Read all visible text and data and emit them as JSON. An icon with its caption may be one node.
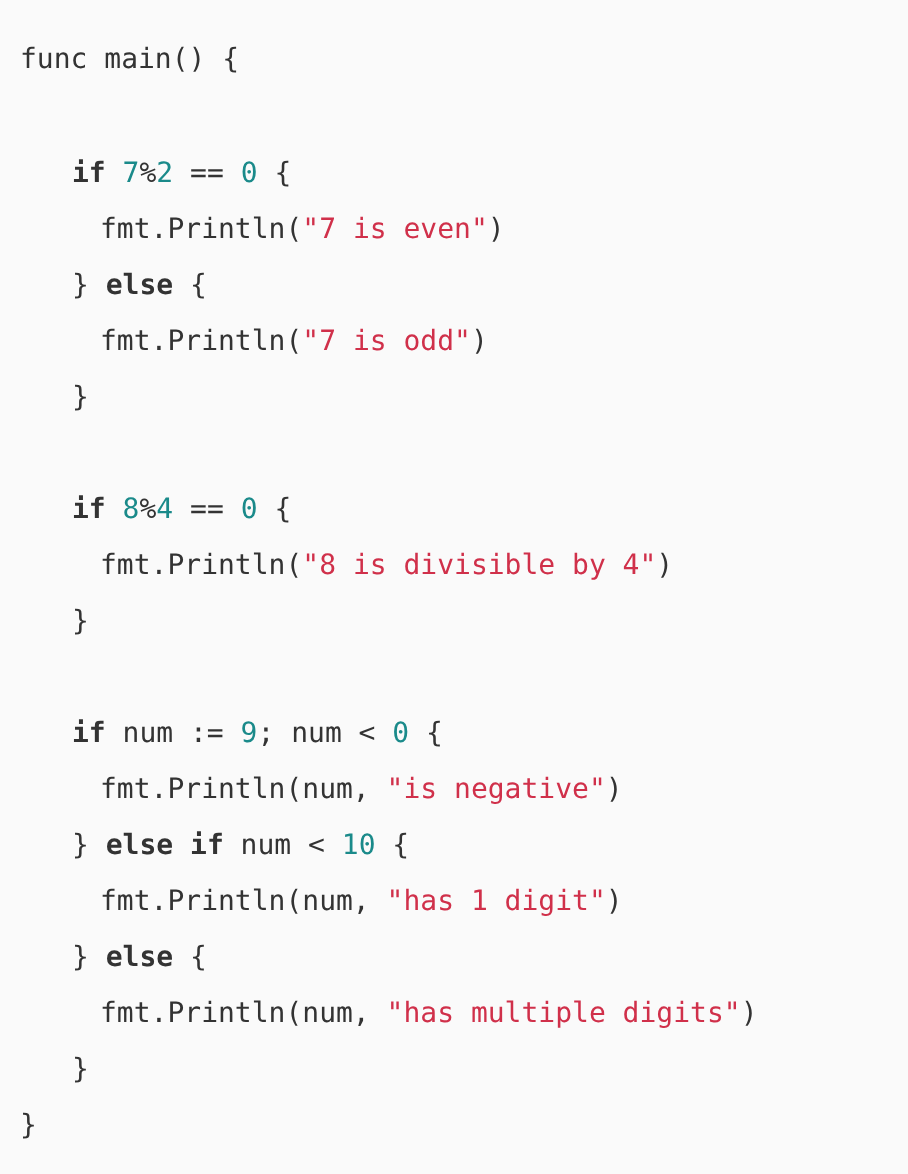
{
  "diagram": {
    "labels": [
      "func main() {",
      "**if** 7%2 == 0 {",
      "fmt.Println(\"7 is even\")",
      "} **else** {",
      "fmt.Println(\"7 is odd\")",
      "}",
      "**if** 8%4 == 0 {",
      "fmt.Println(\"8 is divisible by 4\")",
      "}",
      "**if** num := 9; num < 0 {",
      "fmt.Println(num, \"is negative\")",
      "} **else** **if** num < 10 {",
      "fmt.Println(num, \"has 1 digit\")",
      "} **else** {",
      "fmt.Println(num, \"has multiple digits\")",
      "}",
      "}"
    ]
  }
}
